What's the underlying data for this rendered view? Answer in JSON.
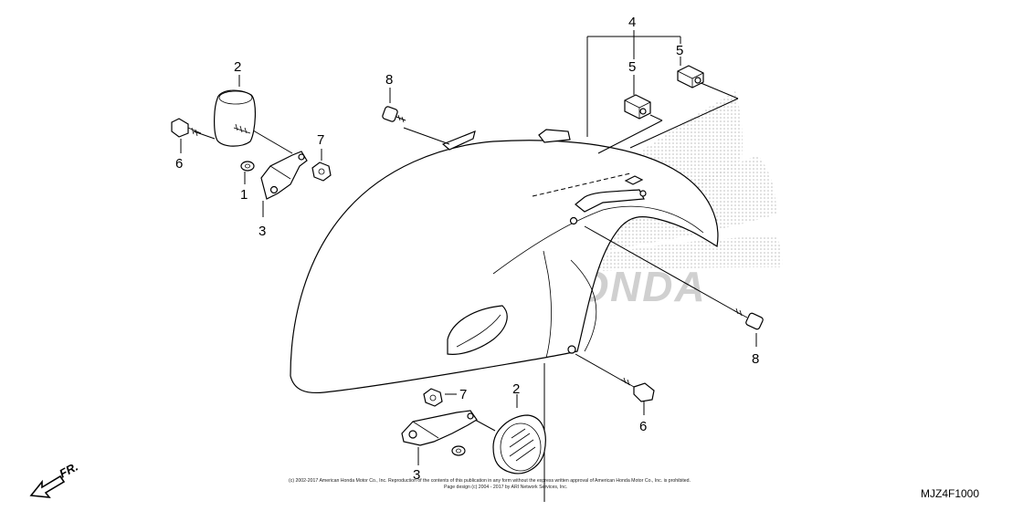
{
  "diagram": {
    "callouts": {
      "c1": "1",
      "c2_top": "2",
      "c2_bottom": "2",
      "c3_top": "3",
      "c3_bottom": "3",
      "c4": "4",
      "c5_left": "5",
      "c5_right": "5",
      "c6_left": "6",
      "c6_right": "6",
      "c7_top": "7",
      "c7_bottom": "7",
      "c8_left": "8",
      "c8_right": "8"
    },
    "direction_label": "FR.",
    "watermark_text": "HONDA",
    "diagram_code": "MJZ4F1000",
    "copyright_line1": "(c) 2002-2017 American Honda Motor Co., Inc. Reproduction of the contents of this publication in any form without the express written approval of American Honda Motor Co., Inc. is prohibited.",
    "copyright_line2": "Page design (c) 2004 - 2017 by ARI Network Services, Inc."
  },
  "colors": {
    "line": "#000000",
    "watermark": "#c8c8c8",
    "background": "#ffffff"
  }
}
